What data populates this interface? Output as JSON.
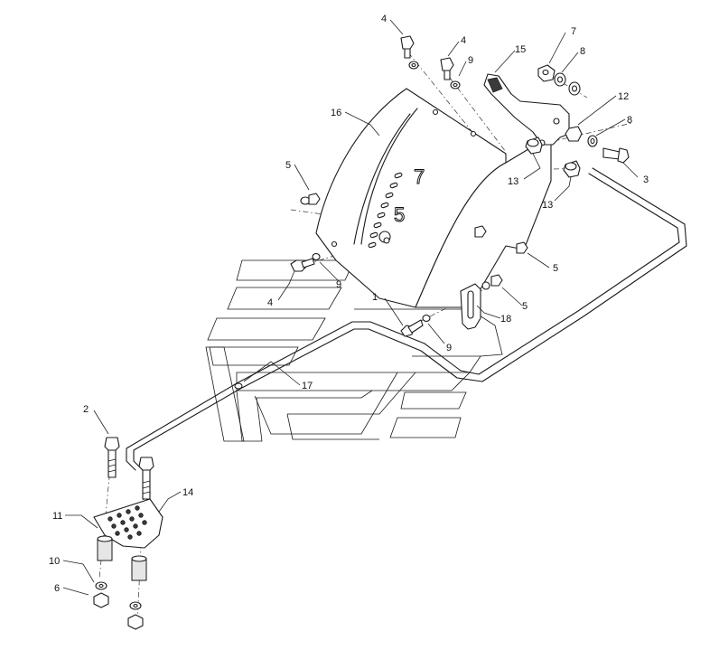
{
  "callouts": [
    {
      "id": "c4a",
      "label": "4"
    },
    {
      "id": "c4b",
      "label": "4"
    },
    {
      "id": "c9a",
      "label": "9"
    },
    {
      "id": "c15",
      "label": "15"
    },
    {
      "id": "c7",
      "label": "7"
    },
    {
      "id": "c8a",
      "label": "8"
    },
    {
      "id": "c12",
      "label": "12"
    },
    {
      "id": "c8b",
      "label": "8"
    },
    {
      "id": "c16",
      "label": "16"
    },
    {
      "id": "c5a",
      "label": "5"
    },
    {
      "id": "c13a",
      "label": "13"
    },
    {
      "id": "c13b",
      "label": "13"
    },
    {
      "id": "c3",
      "label": "3"
    },
    {
      "id": "c5b",
      "label": "5"
    },
    {
      "id": "c4c",
      "label": "4"
    },
    {
      "id": "c9b",
      "label": "9"
    },
    {
      "id": "c1",
      "label": "1"
    },
    {
      "id": "c5c",
      "label": "5"
    },
    {
      "id": "c18",
      "label": "18"
    },
    {
      "id": "c9c",
      "label": "9"
    },
    {
      "id": "c17",
      "label": "17"
    },
    {
      "id": "c2",
      "label": "2"
    },
    {
      "id": "c14",
      "label": "14"
    },
    {
      "id": "c11",
      "label": "11"
    },
    {
      "id": "c10",
      "label": "10"
    },
    {
      "id": "c6",
      "label": "6"
    }
  ],
  "plate_markings": {
    "upper": "7",
    "lower": "5"
  },
  "colors": {
    "line": "#1a1a1a",
    "background": "#ffffff"
  }
}
